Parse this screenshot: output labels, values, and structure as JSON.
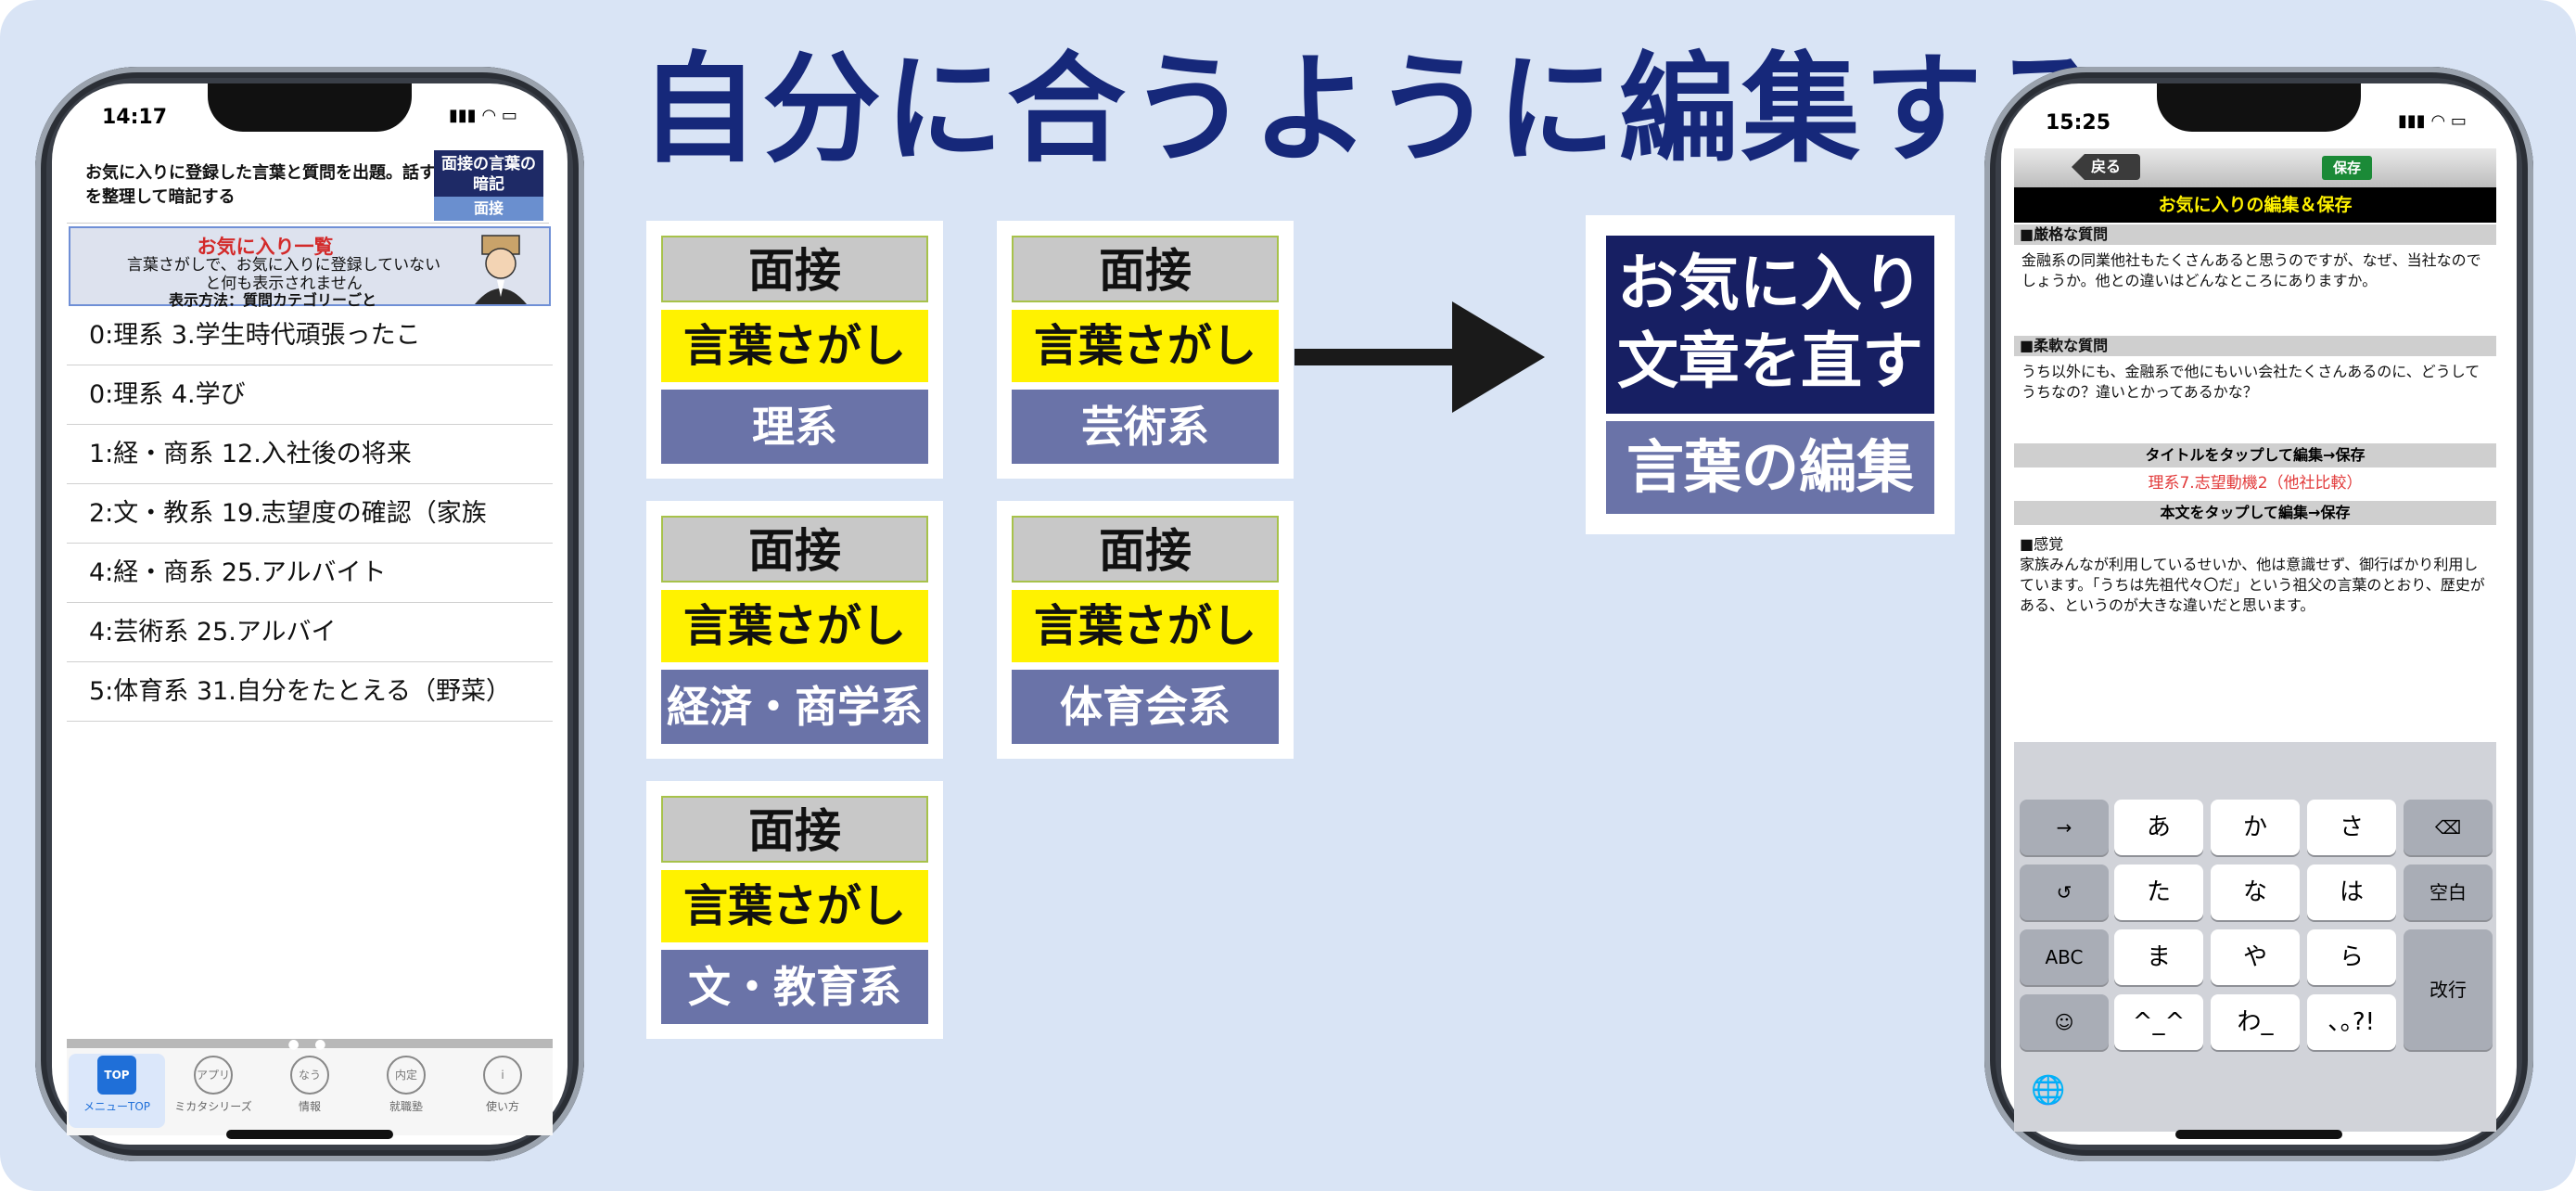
{
  "headline": "自分に合うように編集する",
  "left_phone": {
    "time": "14:17",
    "status_icons": "▮▮▮ ◠ ▭",
    "header_text": "お気に入りに登録した言葉と質問を出題。話すことを整理して暗記する",
    "tag_primary": "面接の言葉の暗記",
    "tag_secondary": "面接",
    "favorites_title": "お気に入り一覧",
    "favorites_desc": "言葉さがしで、お気に入りに登録していないと何も表示されません",
    "display_mode": "表示方法：質問カテゴリーごと",
    "list": [
      "0:理系 3.学生時代頑張ったこ",
      "0:理系 4.学び",
      "1:経・商系 12.入社後の将来",
      "2:文・教系 19.志望度の確認（家族",
      "4:経・商系 25.アルバイト",
      "4:芸術系 25.アルバイ",
      "5:体育系 31.自分をたとえる（野菜）"
    ],
    "page_dots": "● ●",
    "tabs": [
      {
        "icon": "TOP",
        "label": "メニューTOP"
      },
      {
        "icon": "アプリ",
        "label": "ミカタシリーズ"
      },
      {
        "icon": "なう",
        "label": "情報"
      },
      {
        "icon": "内定",
        "label": "就職塾"
      },
      {
        "icon": "i",
        "label": "使い方"
      }
    ]
  },
  "cards": [
    {
      "top": "面接",
      "middle": "言葉さがし",
      "bottom": "理系"
    },
    {
      "top": "面接",
      "middle": "言葉さがし",
      "bottom": "芸術系"
    },
    {
      "top": "面接",
      "middle": "言葉さがし",
      "bottom": "経済・商学系"
    },
    {
      "top": "面接",
      "middle": "言葉さがし",
      "bottom": "体育会系"
    },
    {
      "top": "面接",
      "middle": "言葉さがし",
      "bottom": "文・教育系"
    }
  ],
  "result_card": {
    "top_line1": "お気に入り",
    "top_line2": "文章を直す",
    "bottom": "言葉の編集"
  },
  "right_phone": {
    "time": "15:25",
    "status_icons": "▮▮▮ ◠ ▭",
    "back_label": "戻る",
    "save_label": "保存",
    "title": "お気に入りの編集＆保存",
    "section1_header": "■厳格な質問",
    "section1_body": "金融系の同業他社もたくさんあると思うのですが、なぜ、当社なのでしょうか。他との違いはどんなところにありますか。",
    "section2_header": "■柔軟な質問",
    "section2_body": "うち以外にも、金融系で他にもいい会社たくさんあるのに、どうしてうちなの？違いとかってあるかな？",
    "title_hint": "タイトルをタップして編集→保存",
    "item_title": "理系7.志望動機2（他社比較）",
    "body_hint": "本文をタップして編集→保存",
    "body_text": "■感覚\n家族みんなが利用しているせいか、他は意識せず、御行ばかり利用しています。「うちは先祖代々〇だ」という祖父の言葉のとおり、歴史がある、というのが大きな違いだと思います。",
    "keyboard": {
      "row1": [
        "→",
        "あ",
        "か",
        "さ",
        "⌫"
      ],
      "row2": [
        "↺",
        "た",
        "な",
        "は",
        "空白"
      ],
      "row3": [
        "ABC",
        "ま",
        "や",
        "ら"
      ],
      "row4": [
        "☺",
        "^_^",
        "わ_",
        "､｡?!"
      ],
      "enter": "改行",
      "globe": "🌐"
    }
  }
}
